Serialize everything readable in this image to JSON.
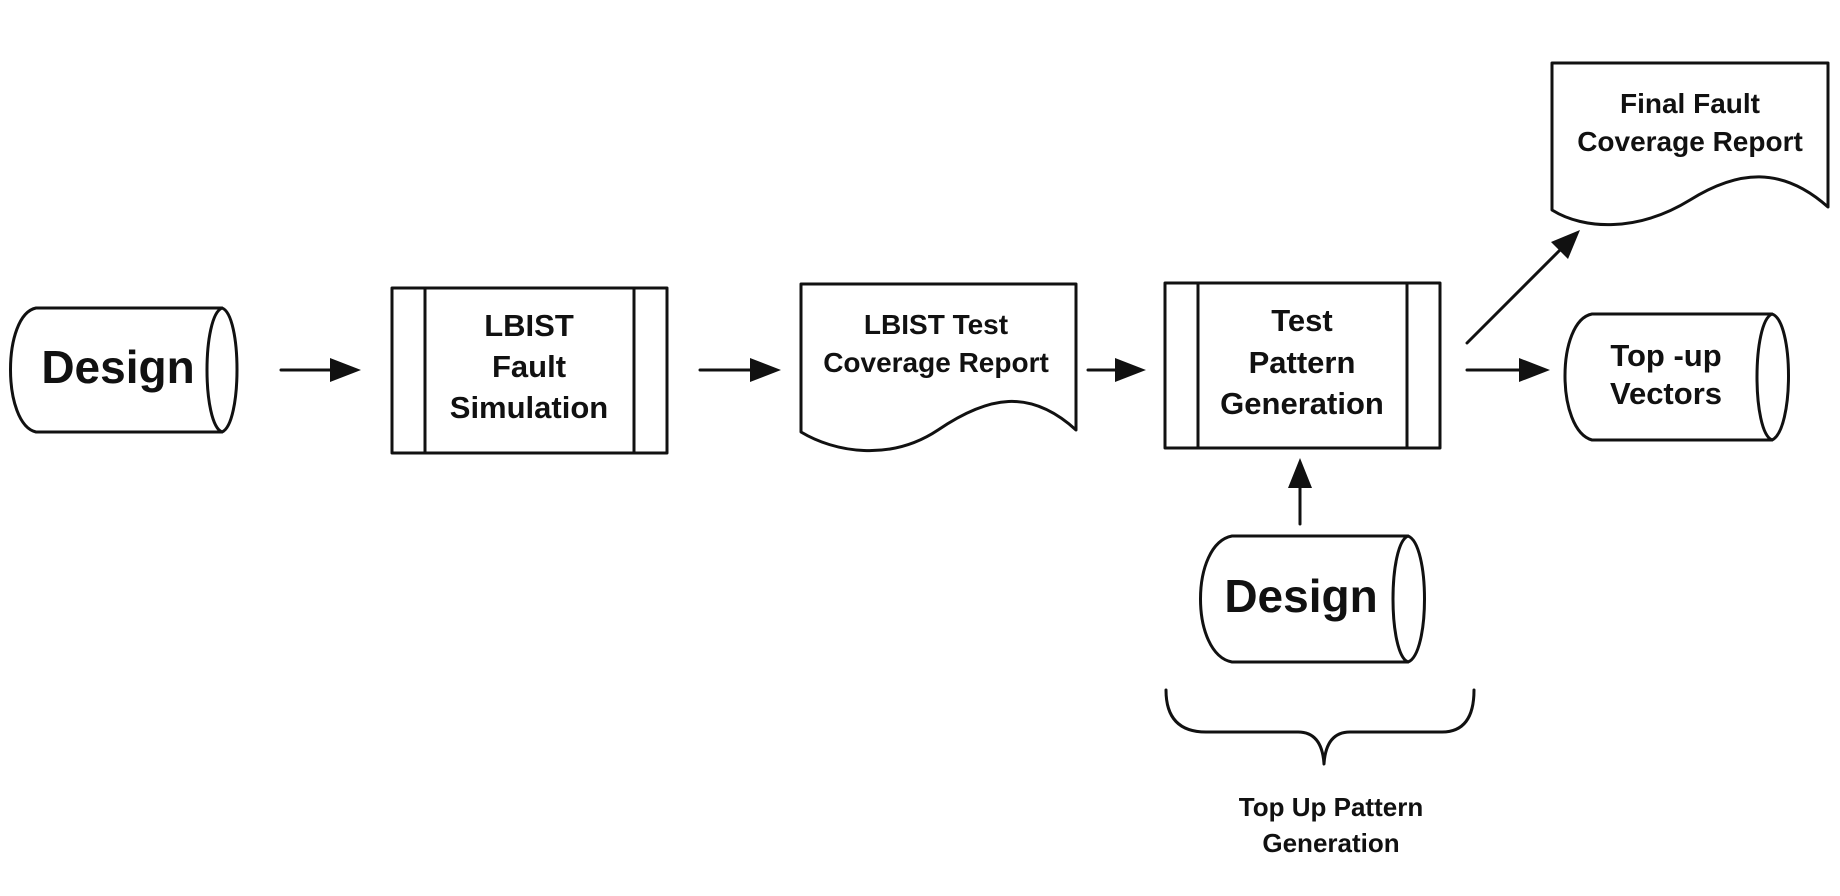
{
  "nodes": {
    "design_input": {
      "label": "Design"
    },
    "lbist_fault_sim": {
      "lines": [
        "LBIST",
        "Fault",
        "Simulation"
      ]
    },
    "lbist_report": {
      "lines": [
        "LBIST Test",
        "Coverage Report"
      ]
    },
    "test_pattern_gen": {
      "lines": [
        "Test",
        "Pattern",
        "Generation"
      ]
    },
    "final_report": {
      "lines": [
        "Final Fault",
        "Coverage Report"
      ]
    },
    "topup_vectors": {
      "lines": [
        "Top -up",
        "Vectors"
      ]
    },
    "design_lower": {
      "label": "Design"
    }
  },
  "annotation": {
    "lines": [
      "Top Up Pattern",
      "Generation"
    ]
  }
}
